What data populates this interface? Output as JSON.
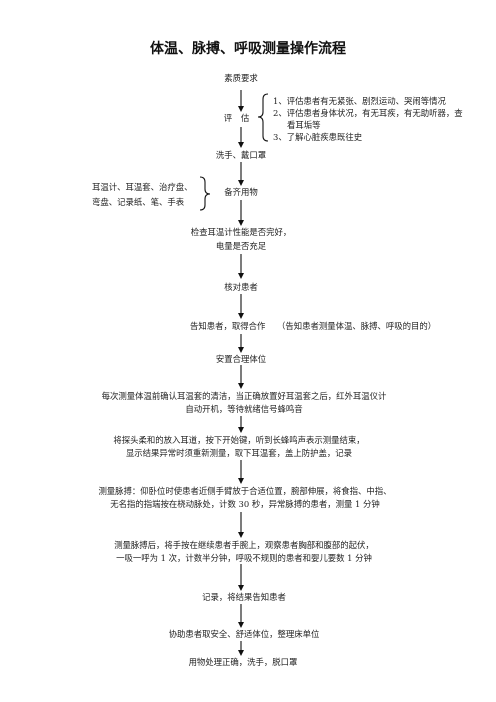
{
  "title": "体温、脉搏、呼吸测量操作流程",
  "steps": {
    "s1": "素质要求",
    "s2": "评 估",
    "s3": "洗手、戴口罩",
    "s4": "备齐用物",
    "s5_line1": "检查耳温计性能是否完好，",
    "s5_line2": "电量是否充足",
    "s6": "核对患者",
    "s7": "告知患者，取得合作",
    "s7_note": "（告知患者测量体温、脉搏、呼吸的目的）",
    "s8": "安置合理体位",
    "s9_line1": "每次测量体温前确认耳温套的清洁，当正确放置好耳温套之后，红外耳温仪计",
    "s9_line2": "自动开机，等待就绪信号蜂鸣音",
    "s10_line1": "将探头柔和的放入耳道，按下开始键，听到长蜂鸣声表示测量结束，",
    "s10_line2": "显示结果异常时须重新测量，取下耳温套，盖上防护盖，记录",
    "s11_line1": "测量脉搏：仰卧位时使患者近侧手臂放于合适位置，腕部伸展，将食指、中指、",
    "s11_line2": "无名指的指端按在桡动脉处，计数 30 秒，异常脉搏的患者，测量 1 分钟",
    "s12_line1": "测量脉搏后，将手按在继续患者手腕上，观察患者胸部和腹部的起伏，",
    "s12_line2": "一吸一呼为 1 次，计数半分钟，呼吸不规则的患者和婴儿要数 1 分钟",
    "s13": "记录，将结果告知患者",
    "s14": "协助患者取安全、舒适体位，整理床单位",
    "s15": "用物处理正确，洗手，脱口罩"
  },
  "assessment": {
    "item1": "1、评估患者有无紧张、剧烈运动、哭闹等情况",
    "item2_line1": "2、评估患者身体状况，有无耳疾，有无助听器，查",
    "item2_line2": "看耳垢等",
    "item3": "3、了解心脏疾患既往史"
  },
  "supplies": {
    "line1": "耳温计、耳温套、治疗盘、",
    "line2": "弯盘、记录纸、笔、手表"
  }
}
